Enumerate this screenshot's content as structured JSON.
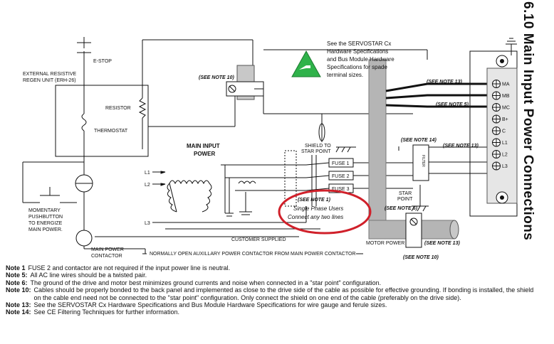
{
  "title": "6.10 Main Input Power Connections",
  "callout": {
    "line1": "See the SERVOSTAR Cx",
    "line2": "Hardware Specifications",
    "line3": "and Bus Module Hardware",
    "line4": "Specifications for spade",
    "line5": "terminal sizes."
  },
  "labels": {
    "estop": "E-STOP",
    "ext_regen_1": "EXTERNAL RESISTIVE",
    "ext_regen_2": "REGEN UNIT (ERH-26)",
    "resistor": "RESISTOR",
    "thermostat": "THERMOSTAT",
    "main_input_power_1": "MAIN INPUT",
    "main_input_power_2": "POWER",
    "shield_1": "SHIELD TO",
    "shield_2": "STAR POINT",
    "l1": "L1",
    "l2": "L2",
    "l3": "L3",
    "fuse1": "FUSE 1",
    "fuse2": "FUSE 2",
    "fuse3": "FUSE 3",
    "momentary_1": "MOMENTARY",
    "momentary_2": "PUSHBUTTON",
    "momentary_3": "TO ENERGIZE",
    "momentary_4": "MAIN POWER.",
    "customer_supplied": "CUSTOMER SUPPLIED",
    "main_contactor_1": "MAIN POWER",
    "main_contactor_2": "CONTACTOR",
    "no_aux": "NORMALLY OPEN AUXILLARY POWER CONTACTOR FROM MAIN POWER CONTACTOR",
    "motor_power": "MOTOR POWER",
    "star_point_1": "STAR",
    "star_point_2": "POINT",
    "see_note_10": "(SEE NOTE 10)",
    "see_note_13": "(SEE NOTE 13)",
    "see_note_5": "(SEE NOTE 5)",
    "see_note_14": "(SEE NOTE 14)",
    "see_note_1": "(SEE NOTE 1)",
    "see_note_6": "(SEE NOTE 6)",
    "single_phase_1": "Single Phase Users",
    "single_phase_2": "Connect any  two lines",
    "filter": "FILTER"
  },
  "terminals": [
    "MA",
    "MB",
    "MC",
    "B+",
    "C",
    "L1",
    "L2",
    "L3"
  ],
  "notes": [
    {
      "label": "Note 1",
      "text": "FUSE 2 and contactor are not required if the input power line is neutral."
    },
    {
      "label": "Note 5:",
      "text": "All AC line wires should be a twisted pair."
    },
    {
      "label": "Note 6:",
      "text": "The ground of the drive and motor best minimizes ground currents and noise when connected in a \"star point\" configuration."
    },
    {
      "label": "Note 10:",
      "text": "Cables should be properly bonded to the back panel and implemented as close to the drive side of the cable as possible for effective grounding. If bonding is installed, the shield on the cable end need not be connected to the \"star point\" configuration. Only connect the shield on one end of the cable (preferably on the drive side)."
    },
    {
      "label": "Note 13:",
      "text": "See the SERVOSTAR Cx Hardware Specifications and Bus Module Hardware Specifications for wire gauge and ferule sizes."
    },
    {
      "label": "Note 14:",
      "text": "See CE Filtering Techniques for further information."
    }
  ],
  "colors": {
    "highlight_circle": "#d0202a",
    "callout_icon": "#2fb24a",
    "cable": "#b5b5b5"
  }
}
